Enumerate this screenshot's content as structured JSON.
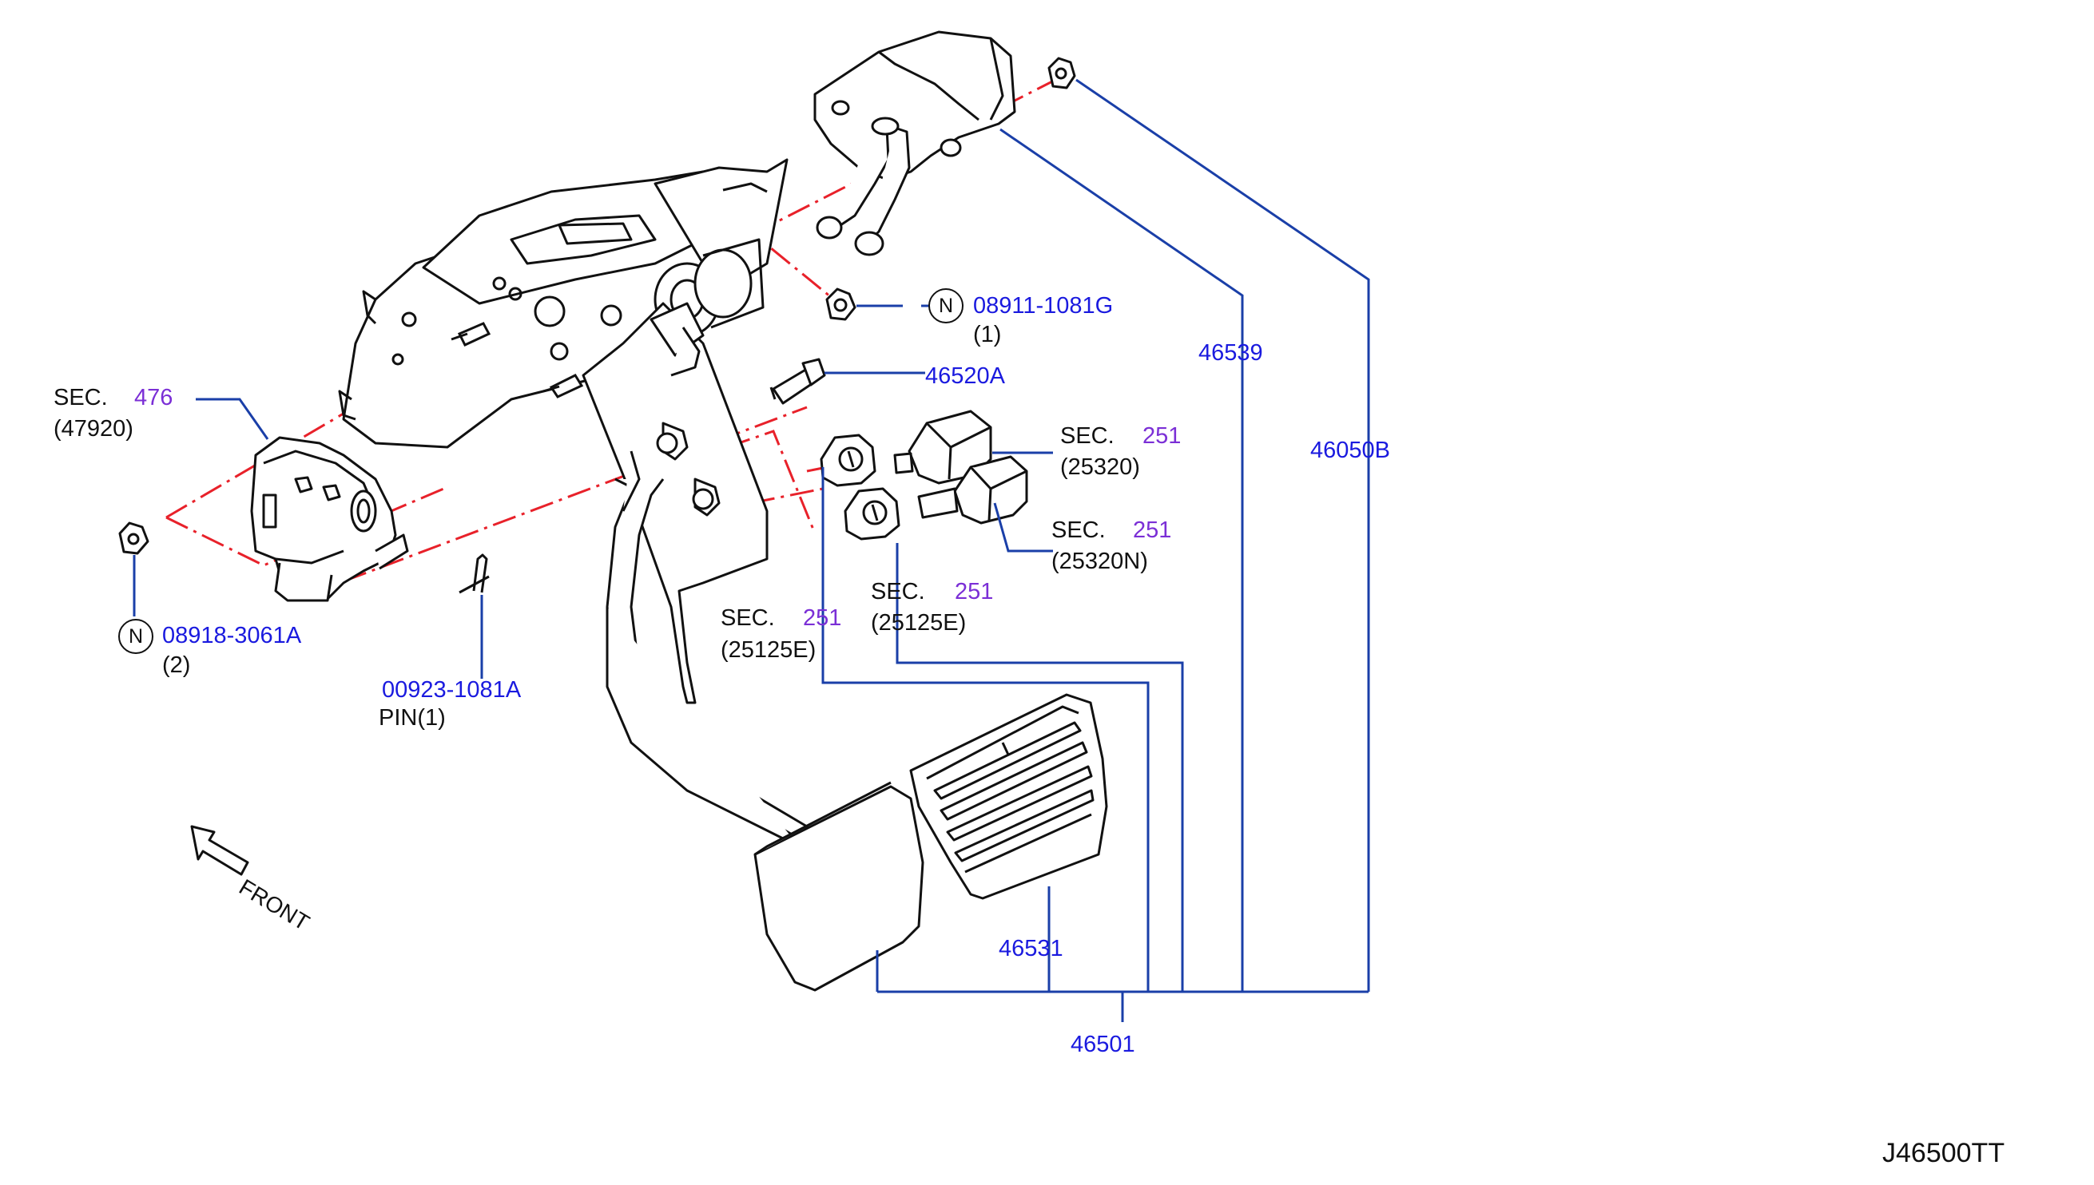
{
  "colors": {
    "leader": "#1a3fa8",
    "axis": "#e8212a",
    "outline": "#111111",
    "part_no": "#1a1adf",
    "section_no": "#7b2fd6"
  },
  "labels": {
    "sec476": {
      "prefix": "SEC.",
      "num": "476",
      "sub": "(47920)"
    },
    "n08918": {
      "badge": "N",
      "part": "08918-3061A",
      "qty": "(2)"
    },
    "pin": {
      "part": "00923-1081A",
      "desc": "PIN(1)"
    },
    "n08911": {
      "badge": "N",
      "part": "08911-1081G",
      "qty": "(1)"
    },
    "p46520a": {
      "part": "46520A"
    },
    "p46539": {
      "part": "46539"
    },
    "p46050b": {
      "part": "46050B"
    },
    "sec251_25320": {
      "prefix": "SEC.",
      "num": "251",
      "sub": "(25320)"
    },
    "sec251_25320n": {
      "prefix": "SEC.",
      "num": "251",
      "sub": "(25320N)"
    },
    "sec251_25125e_a": {
      "prefix": "SEC.",
      "num": "251",
      "sub": "(25125E)"
    },
    "sec251_25125e_b": {
      "prefix": "SEC.",
      "num": "251",
      "sub": "(25125E)"
    },
    "p46531": {
      "part": "46531"
    },
    "p46501": {
      "part": "46501"
    },
    "front": {
      "text": "FRONT"
    },
    "drawing_id": {
      "text": "J46500TT"
    }
  }
}
